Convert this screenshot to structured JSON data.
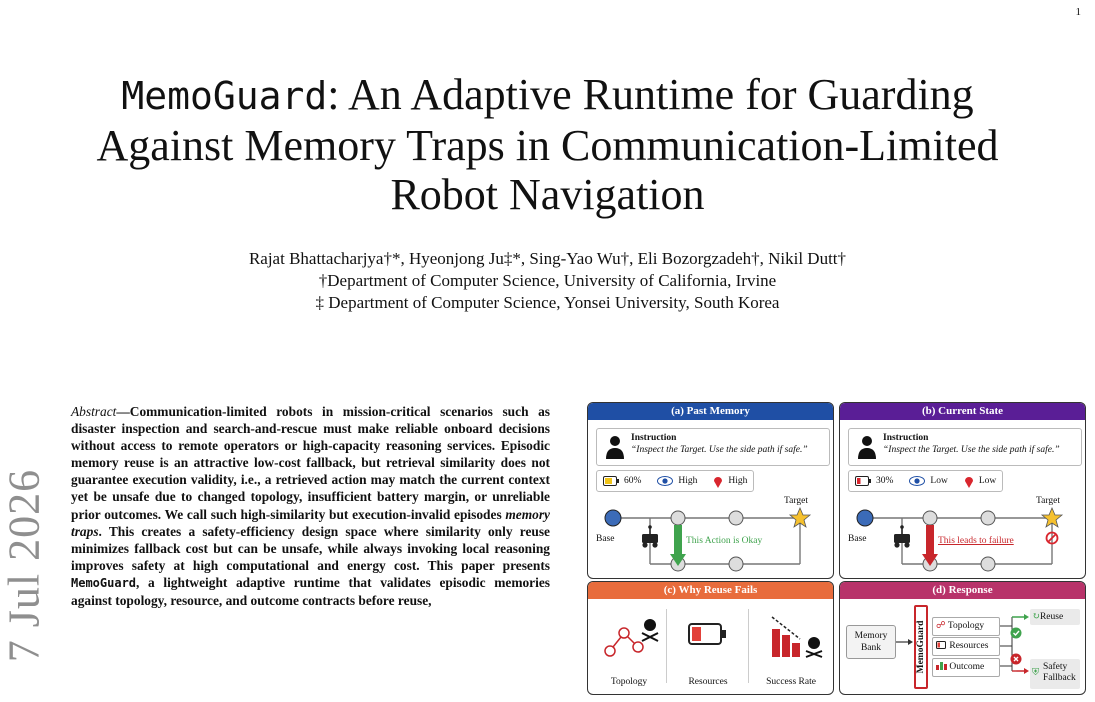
{
  "page_number": "1",
  "side_date": "7 Jul 2026",
  "title": {
    "mono": "MemoGuard",
    "rest_line1": ": An Adaptive Runtime for Guarding",
    "line2": "Against Memory Traps in Communication-Limited",
    "line3": "Robot Navigation"
  },
  "authors": {
    "names": "Rajat Bhattacharjya†*, Hyeonjong Ju‡*, Sing-Yao Wu†, Eli Bozorgzadeh†, Nikil Dutt†",
    "aff1": "†Department of Computer Science, University of California, Irvine",
    "aff2": "‡ Department of Computer Science, Yonsei University, South Korea"
  },
  "abstract": {
    "lead": "Abstract",
    "p1": "—Communication-limited robots in mission-critical scenarios such as disaster inspection and search-and-rescue must make reliable onboard decisions without access to remote operators or high-capacity reasoning services. Episodic memory reuse is an attractive low-cost fallback, but retrieval similarity does not guarantee execution validity, i.e., a retrieved action may match the current context yet be unsafe due to changed topology, insufficient battery margin, or unreliable prior outcomes. We call such high-similarity but execution-invalid episodes ",
    "em": "memory traps",
    "p2": ". This creates a safety-efficiency design space where similarity only reuse minimizes fallback cost but can be unsafe, while always invoking local reasoning improves safety at high computational and energy cost. This paper presents ",
    "mono": "MemoGuard",
    "p3": ", a lightweight adaptive runtime that validates episodic memories against topology, resource, and outcome contracts before reuse,"
  },
  "figure": {
    "colors": {
      "a": "#1f4fa5",
      "b": "#5a1e96",
      "c": "#e86c3c",
      "d": "#b8336a"
    },
    "a": {
      "title": "(a) Past Memory",
      "inst_label": "Instruction",
      "inst_text": "“Inspect the Target. Use the side path if safe.”",
      "battery": "60%",
      "visibility": "High",
      "reliability": "High",
      "base": "Base",
      "target": "Target",
      "action": "This Action is Okay"
    },
    "b": {
      "title": "(b) Current State",
      "inst_label": "Instruction",
      "inst_text": "“Inspect the Target. Use the side path if safe.”",
      "battery": "30%",
      "visibility": "Low",
      "reliability": "Low",
      "base": "Base",
      "target": "Target",
      "action": "This leads to failure"
    },
    "c": {
      "title": "(c) Why Reuse Fails",
      "items": [
        "Topology",
        "Resources",
        "Success Rate"
      ]
    },
    "d": {
      "title": "(d) Response",
      "memory": "Memory Bank",
      "guard": "MemoGuard",
      "checks": [
        "Topology",
        "Resources",
        "Outcome"
      ],
      "reuse": "Reuse",
      "fallback": "Safety Fallback"
    }
  }
}
